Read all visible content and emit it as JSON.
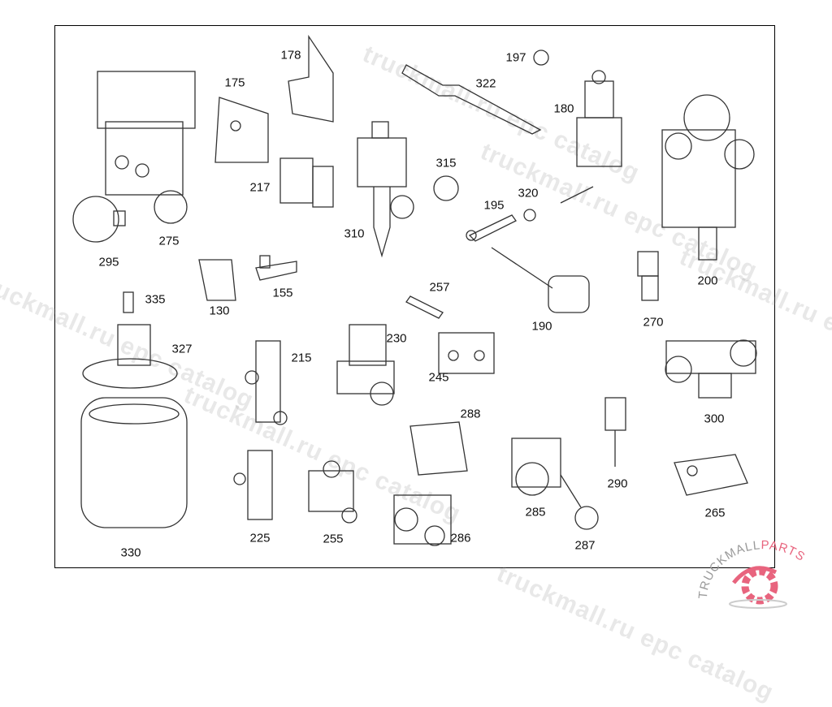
{
  "watermark": "truckmall.ru epc catalog",
  "logo": {
    "text_left": "TRUCKMALL",
    "text_right": "PARTS",
    "brand_color": "#e8647e",
    "grey": "#9a9a9a"
  },
  "labels": [
    "178",
    "175",
    "197",
    "322",
    "180",
    "315",
    "217",
    "195",
    "320",
    "310",
    "275",
    "295",
    "200",
    "130",
    "155",
    "335",
    "257",
    "270",
    "190",
    "327",
    "215",
    "230",
    "245",
    "300",
    "288",
    "290",
    "265",
    "285",
    "225",
    "255",
    "286",
    "287",
    "330"
  ]
}
